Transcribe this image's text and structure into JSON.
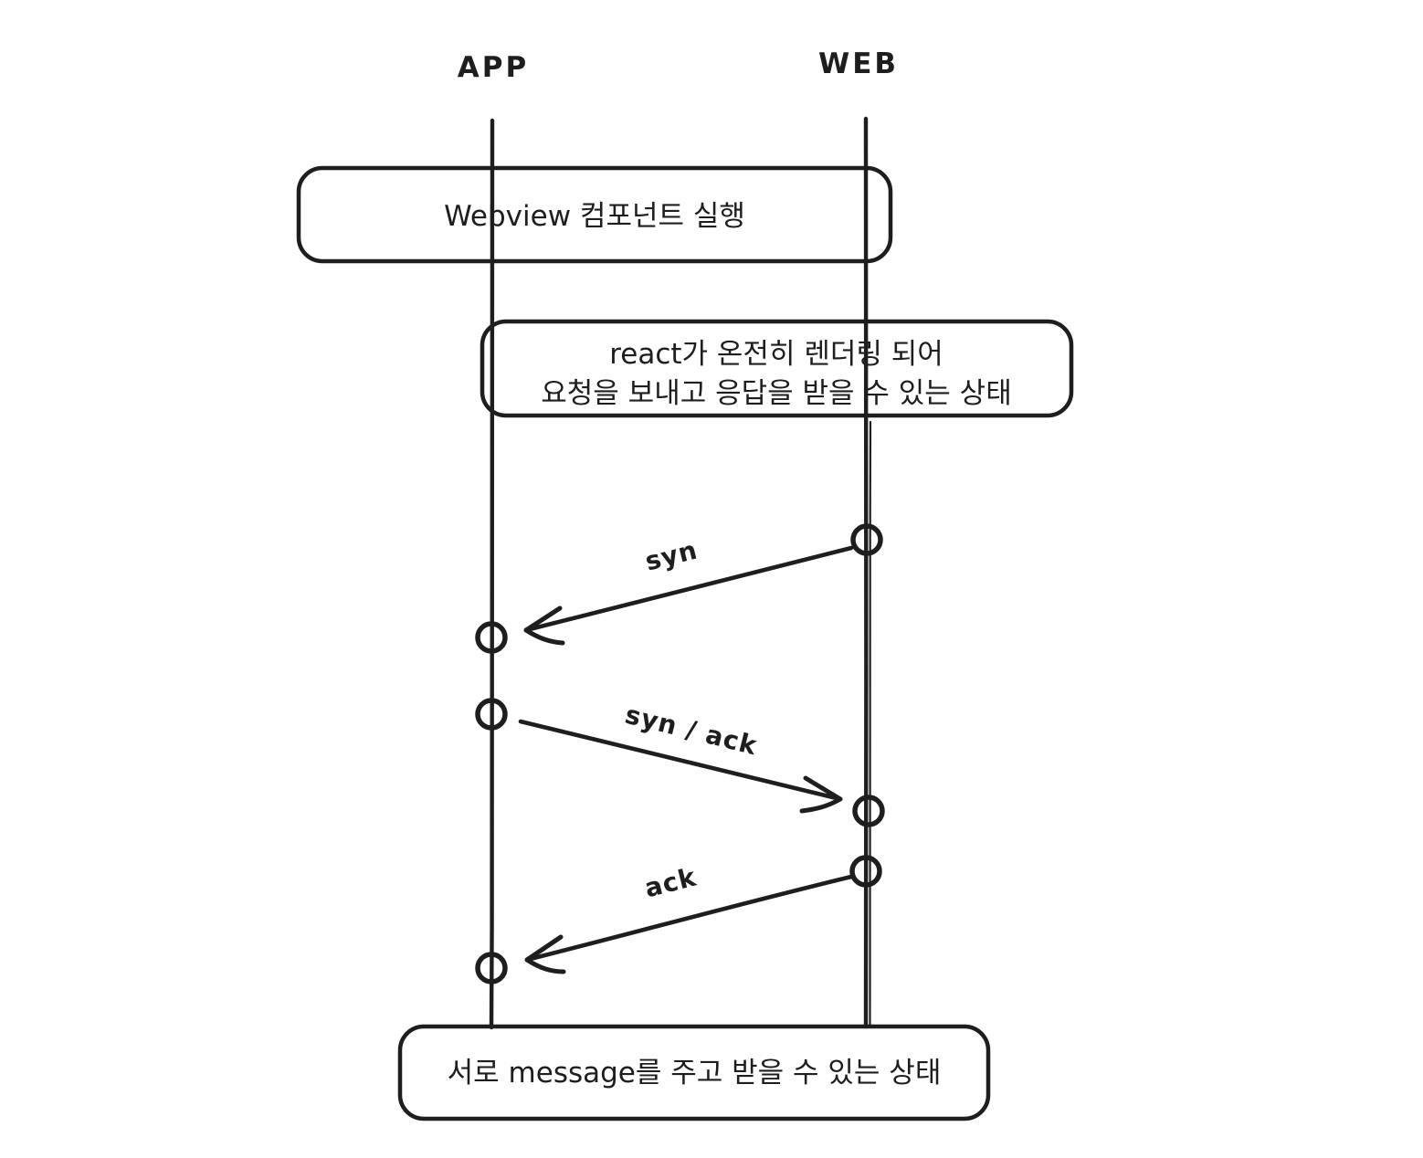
{
  "diagram": {
    "title": "APP-WEB webview handshake sequence",
    "colors": {
      "background": "#ffffff",
      "ink": "#1e1e1e",
      "note_fill": "#b2f2bb",
      "endpoint_green": "#b2f2bb",
      "endpoint_pink": "#ffc9c9"
    },
    "actors": [
      {
        "id": "app",
        "label": "APP"
      },
      {
        "id": "web",
        "label": "WEB"
      }
    ],
    "notes": [
      {
        "id": "note-webview-run",
        "lines": [
          "Webview 컴포넌트 실행"
        ]
      },
      {
        "id": "note-react-ready",
        "lines": [
          "react가 온전히 렌더링 되어",
          "요청을 보내고 응답을 받을 수 있는 상태"
        ]
      },
      {
        "id": "note-message-ready",
        "lines": [
          "서로 message를 주고 받을 수 있는 상태"
        ]
      }
    ],
    "messages": [
      {
        "id": "syn",
        "label": "syn",
        "from": "WEB",
        "to": "APP"
      },
      {
        "id": "syn-ack",
        "label": "syn / ack",
        "from": "APP",
        "to": "WEB"
      },
      {
        "id": "ack",
        "label": "ack",
        "from": "WEB",
        "to": "APP"
      }
    ],
    "endpoints": [
      {
        "on": "WEB",
        "role": "send",
        "color": "endpoint_green"
      },
      {
        "on": "APP",
        "role": "receive",
        "color": "endpoint_pink"
      },
      {
        "on": "APP",
        "role": "send",
        "color": "endpoint_green"
      },
      {
        "on": "WEB",
        "role": "receive",
        "color": "endpoint_pink"
      },
      {
        "on": "WEB",
        "role": "send",
        "color": "endpoint_green"
      },
      {
        "on": "APP",
        "role": "receive",
        "color": "endpoint_pink"
      }
    ]
  }
}
